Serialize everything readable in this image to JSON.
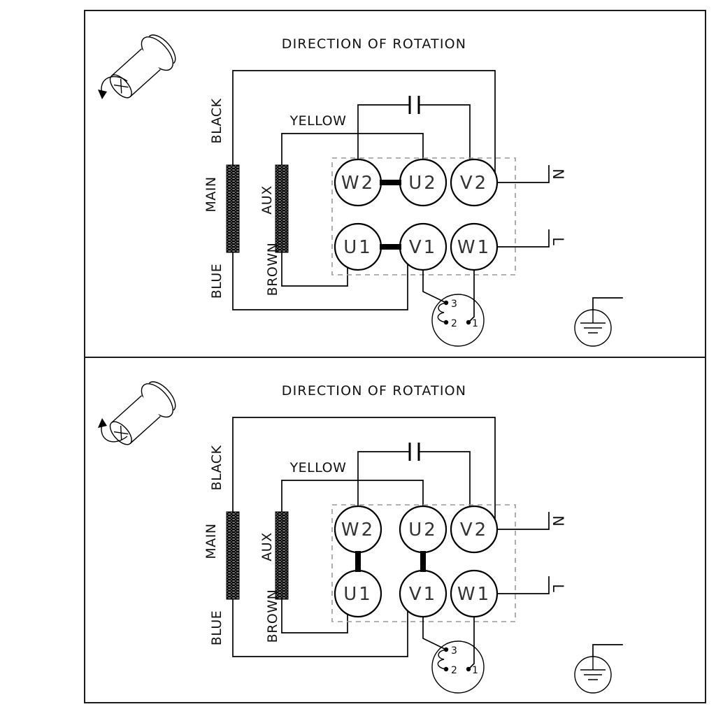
{
  "panels": [
    {
      "title": "DIRECTION OF ROTATION",
      "labels": {
        "black": "BLACK",
        "yellow": "YELLOW",
        "main": "MAIN",
        "aux": "AUX",
        "brown": "BROWN",
        "blue": "BLUE"
      },
      "terminals": {
        "row_top": [
          "W2",
          "U2",
          "V2"
        ],
        "row_bottom": [
          "U1",
          "V1",
          "W1"
        ]
      },
      "links": [
        "W2-U2",
        "U1-V1"
      ],
      "supply": {
        "neutral": "N",
        "line": "L"
      },
      "connector_pins": [
        "3",
        "2",
        "1"
      ]
    },
    {
      "title": "DIRECTION OF ROTATION",
      "labels": {
        "black": "BLACK",
        "yellow": "YELLOW",
        "main": "MAIN",
        "aux": "AUX",
        "brown": "BROWN",
        "blue": "BLUE"
      },
      "terminals": {
        "row_top": [
          "W2",
          "U2",
          "V2"
        ],
        "row_bottom": [
          "U1",
          "V1",
          "W1"
        ]
      },
      "links": [
        "W2-U1",
        "U2-V1"
      ],
      "supply": {
        "neutral": "N",
        "line": "L"
      },
      "connector_pins": [
        "3",
        "2",
        "1"
      ]
    }
  ]
}
